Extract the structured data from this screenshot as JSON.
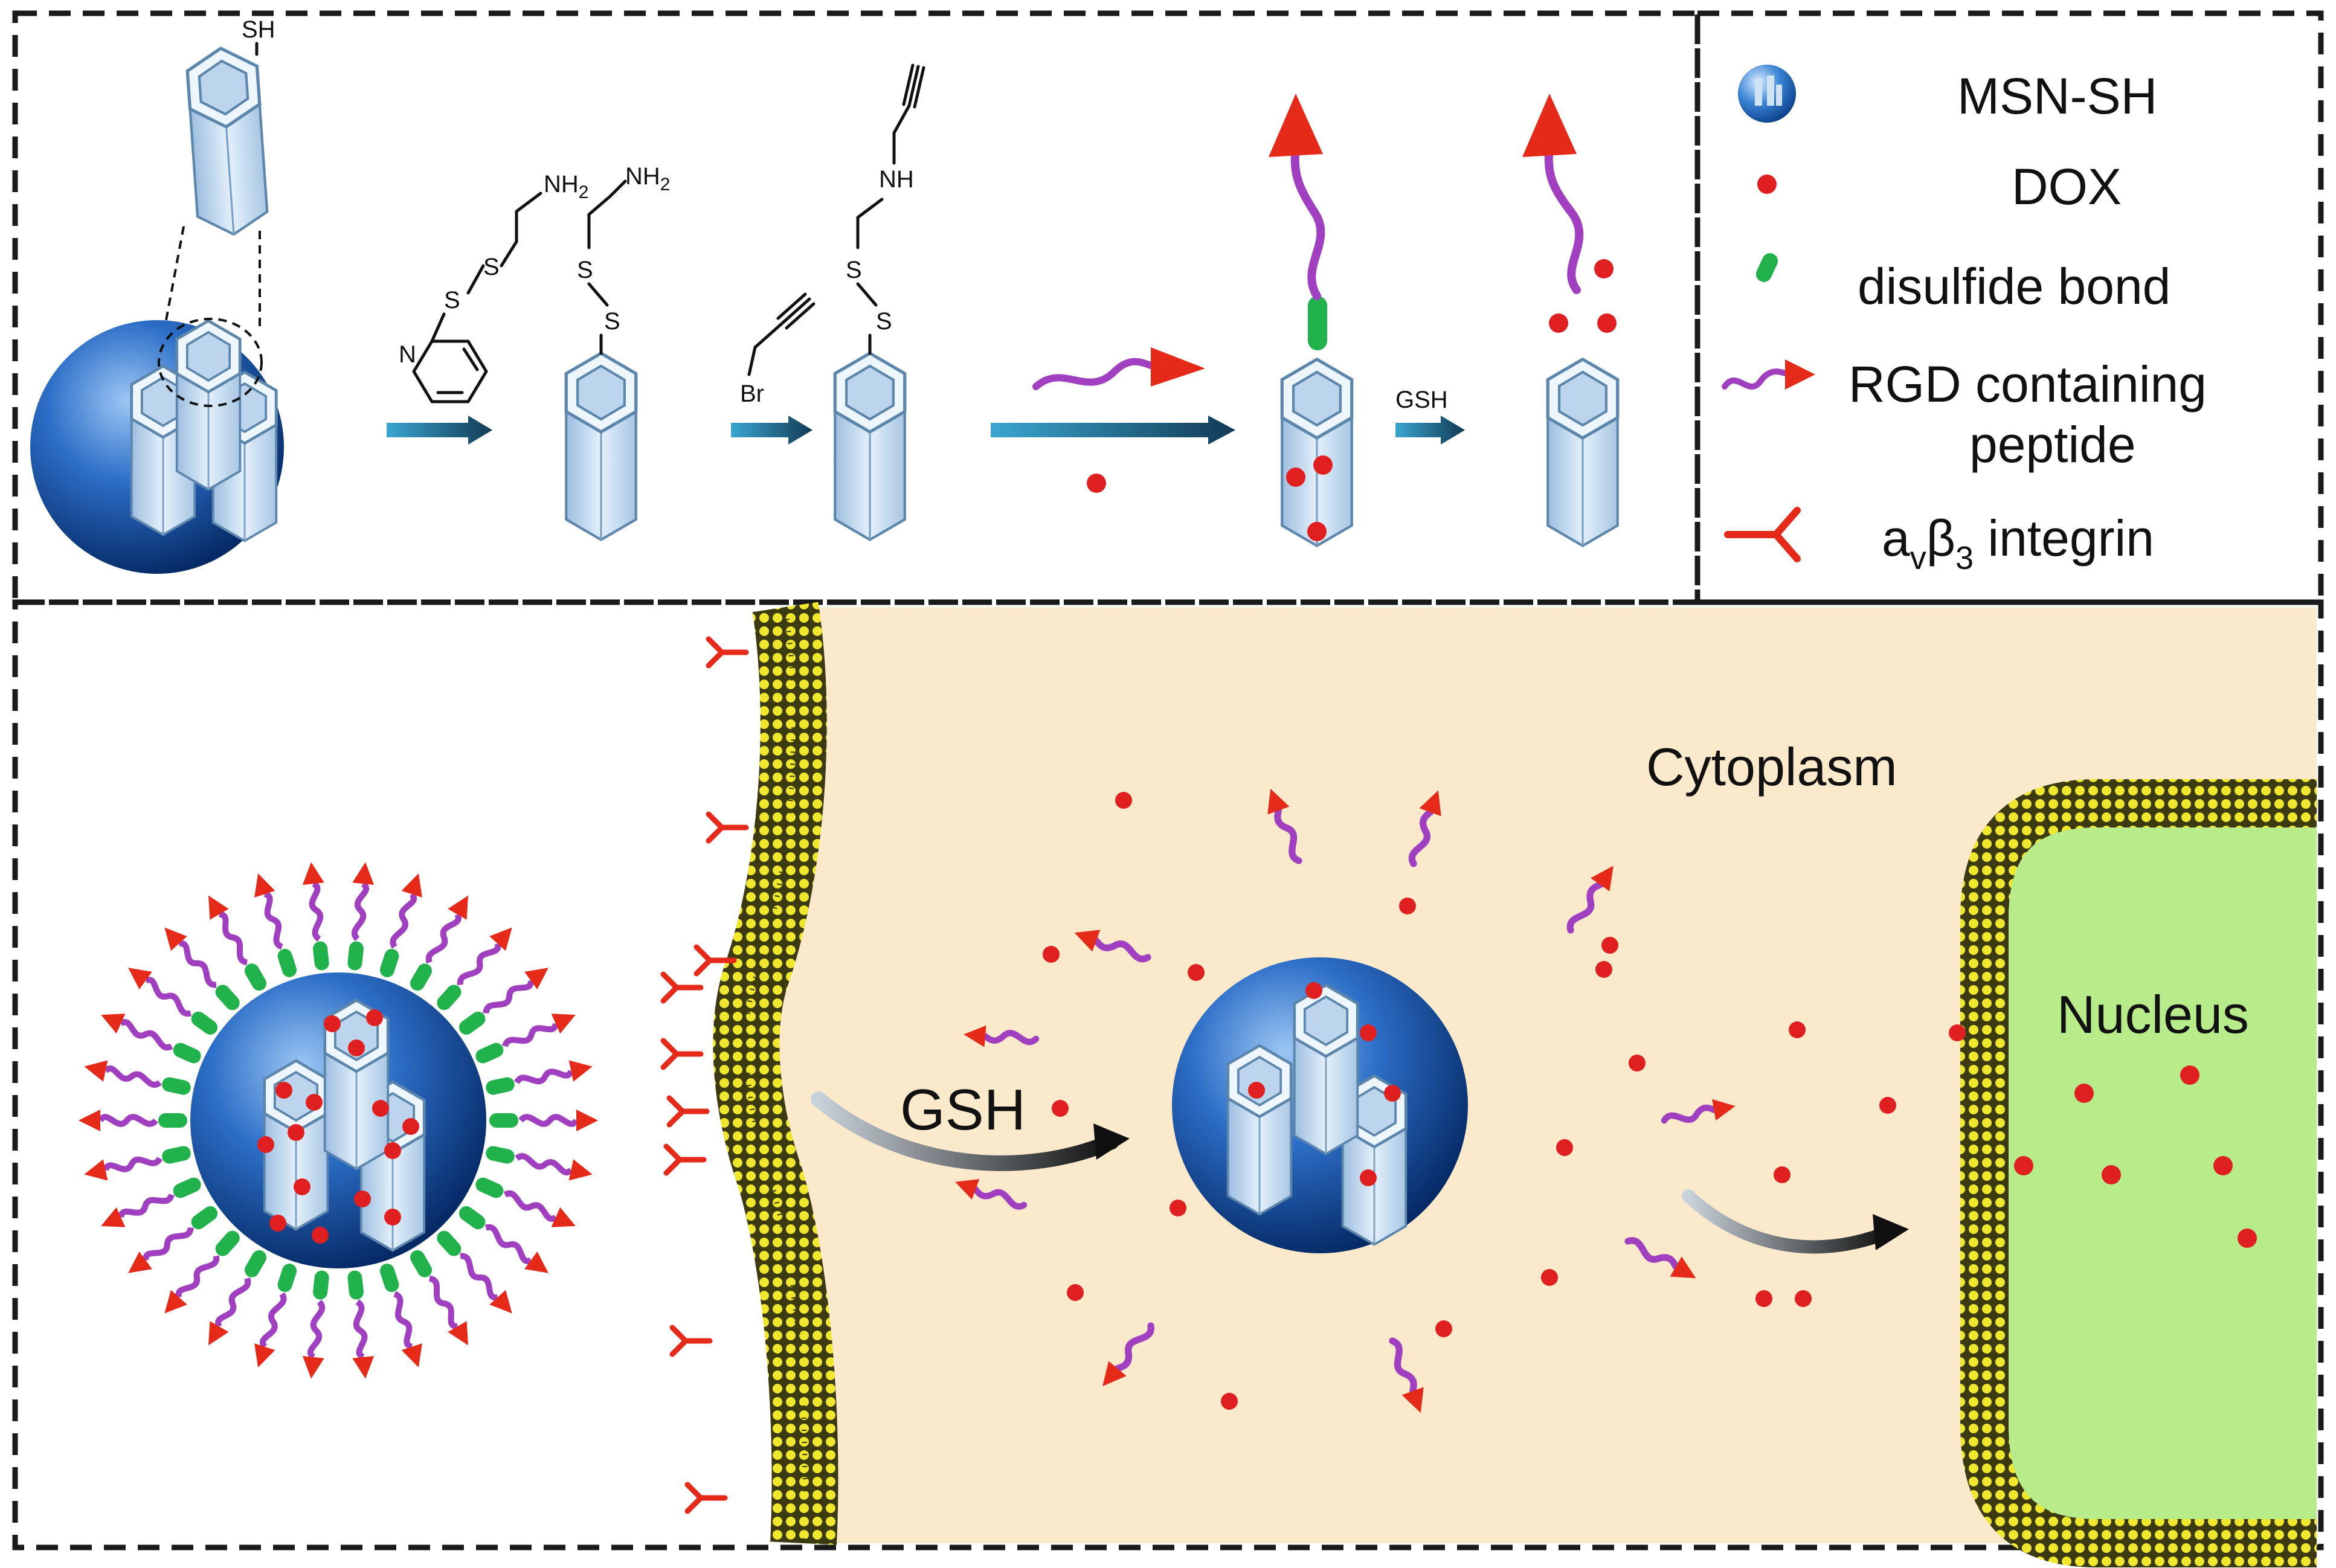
{
  "legend": {
    "msn": "MSN-SH",
    "dox": "DOX",
    "disulfide": "disulfide bond",
    "rgd_line1": "RGD containing",
    "rgd_line2": "peptide",
    "integrin_a": "a",
    "integrin_v": "v",
    "integrin_beta": "β",
    "integrin_3": "3",
    "integrin_word": " integrin"
  },
  "synthesis": {
    "sh_label": "SH",
    "nh2_1": "NH",
    "nh2_1_sub": "2",
    "s_a": "S",
    "s_b": "S",
    "n_ring": "N",
    "nh2_2": "NH",
    "nh2_2_sub": "2",
    "s_c": "S",
    "s_d": "S",
    "br": "Br",
    "nh": "NH",
    "s_e": "S",
    "s_f": "S",
    "gsh_small": "GSH"
  },
  "cell": {
    "cytoplasm": "Cytoplasm",
    "nucleus": "Nucleus",
    "gsh_big": "GSH"
  },
  "colors": {
    "sphere_dark": "#0b3f8c",
    "sphere_light": "#7fb3ee",
    "hexagon": "#cfe3f5",
    "dox": "#e02020",
    "disulfide": "#22b24c",
    "peptide": "#a040c0",
    "arrowhead": "#e52a1a",
    "integrin": "#e52a1a",
    "cytoplasm": "#fbe9cb",
    "nucleus": "#b8ec8a",
    "membrane": "#e6dd2a"
  }
}
